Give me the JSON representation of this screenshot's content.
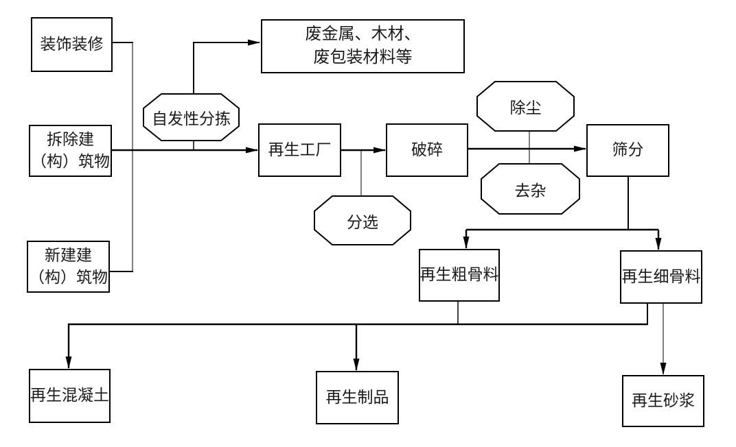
{
  "diagram": {
    "kind": "flowchart",
    "language": "zh-CN",
    "topic": "Construction and demolition waste recycling process"
  },
  "nodes": {
    "decoration": {
      "label": "装饰装修"
    },
    "demolition": {
      "line1": "拆除建",
      "line2": "（构）筑物"
    },
    "new_construction": {
      "line1": "新建建",
      "line2": "（构）筑物"
    },
    "waste_materials": {
      "line1": "废金属、木材、",
      "line2": "废包装材料等"
    },
    "spontaneous_sorting": {
      "label": "自发性分拣"
    },
    "recycling_plant": {
      "label": "再生工厂"
    },
    "sorting": {
      "label": "分选"
    },
    "crushing": {
      "label": "破碎"
    },
    "dust_removal": {
      "label": "除尘"
    },
    "impurity_removal": {
      "label": "去杂"
    },
    "screening": {
      "label": "筛分"
    },
    "coarse_aggregate": {
      "label": "再生粗骨料"
    },
    "fine_aggregate": {
      "label": "再生细骨料"
    },
    "recycled_concrete": {
      "label": "再生混凝土"
    },
    "recycled_products": {
      "label": "再生制品"
    },
    "recycled_mortar": {
      "label": "再生砂浆"
    }
  },
  "edges": [
    {
      "from": "decoration",
      "to": "recycling_plant"
    },
    {
      "from": "demolition",
      "to": "recycling_plant"
    },
    {
      "from": "new_construction",
      "to": "recycling_plant"
    },
    {
      "from": "spontaneous_sorting",
      "to": "waste_materials"
    },
    {
      "from": "recycling_plant",
      "to": "crushing"
    },
    {
      "from": "crushing",
      "to": "screening"
    },
    {
      "from": "screening",
      "to": "coarse_aggregate"
    },
    {
      "from": "screening",
      "to": "fine_aggregate"
    },
    {
      "from": "coarse_aggregate",
      "to": "recycled_concrete"
    },
    {
      "from": "coarse_aggregate",
      "to": "recycled_products"
    },
    {
      "from": "fine_aggregate",
      "to": "recycled_concrete"
    },
    {
      "from": "fine_aggregate",
      "to": "recycled_products"
    },
    {
      "from": "fine_aggregate",
      "to": "recycled_mortar"
    }
  ],
  "attached_processes": [
    {
      "process": "spontaneous_sorting",
      "on_edge": "inputs → recycling_plant"
    },
    {
      "process": "sorting",
      "on_edge": "recycling_plant → crushing"
    },
    {
      "process": "dust_removal",
      "on_edge": "crushing → screening"
    },
    {
      "process": "impurity_removal",
      "on_edge": "crushing → screening"
    }
  ],
  "colors": {
    "background": "#ffffff",
    "line": "#000000",
    "connector_gray": "#7f7f7f",
    "text": "#1a1a1a"
  }
}
